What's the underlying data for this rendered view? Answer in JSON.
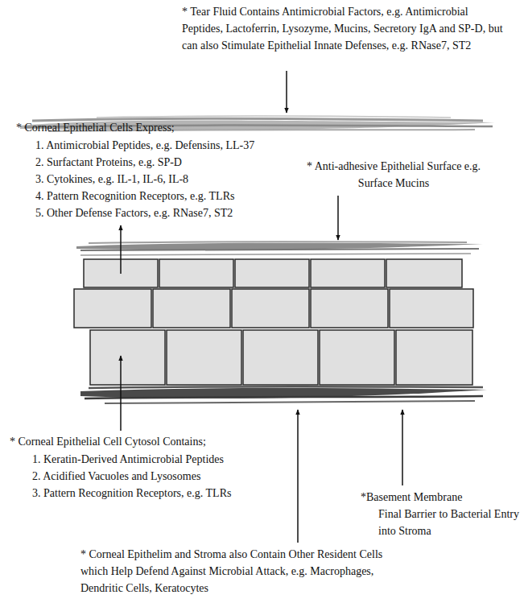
{
  "diagram": {
    "labels": [
      "* Tear Fluid Contains Antimicrobial Factors, e.g. Antimicrobial Peptides, Lactoferrin, Lysozyme, Mucins, Secretory IgA and SP-D, but can also Stimulate Epithelial Innate Defenses, e.g. RNase7, ST2",
      "* Corneal Epithelial Cells Express;",
      "1. Antimicrobial Peptides, e.g. Defensins, LL-37",
      "2. Surfactant Proteins, e.g. SP-D",
      "3. Cytokines, e.g. IL-1, IL-6, IL-8",
      "4. Pattern Recognition Receptors, e.g. TLRs",
      "5. Other Defense Factors, e.g. RNase7, ST2",
      "* Anti-adhesive Epithelial Surface e.g. Surface Mucins",
      "* Corneal Epithelial Cell Cytosol Contains;",
      "1. Keratin-Derived Antimicrobial Peptides",
      "2. Acidified Vacuoles and Lysosomes",
      "3. Pattern Recognition Receptors, e.g. TLRs",
      "*Basement Membrane",
      "Final Barrier to Bacterial Entry into Stroma",
      "* Corneal Epithelim and Stroma also Contain Other Resident Cells which Help Defend Against Microbial Attack, e.g. Macrophages, Dendritic Cells, Keratocytes"
    ]
  }
}
